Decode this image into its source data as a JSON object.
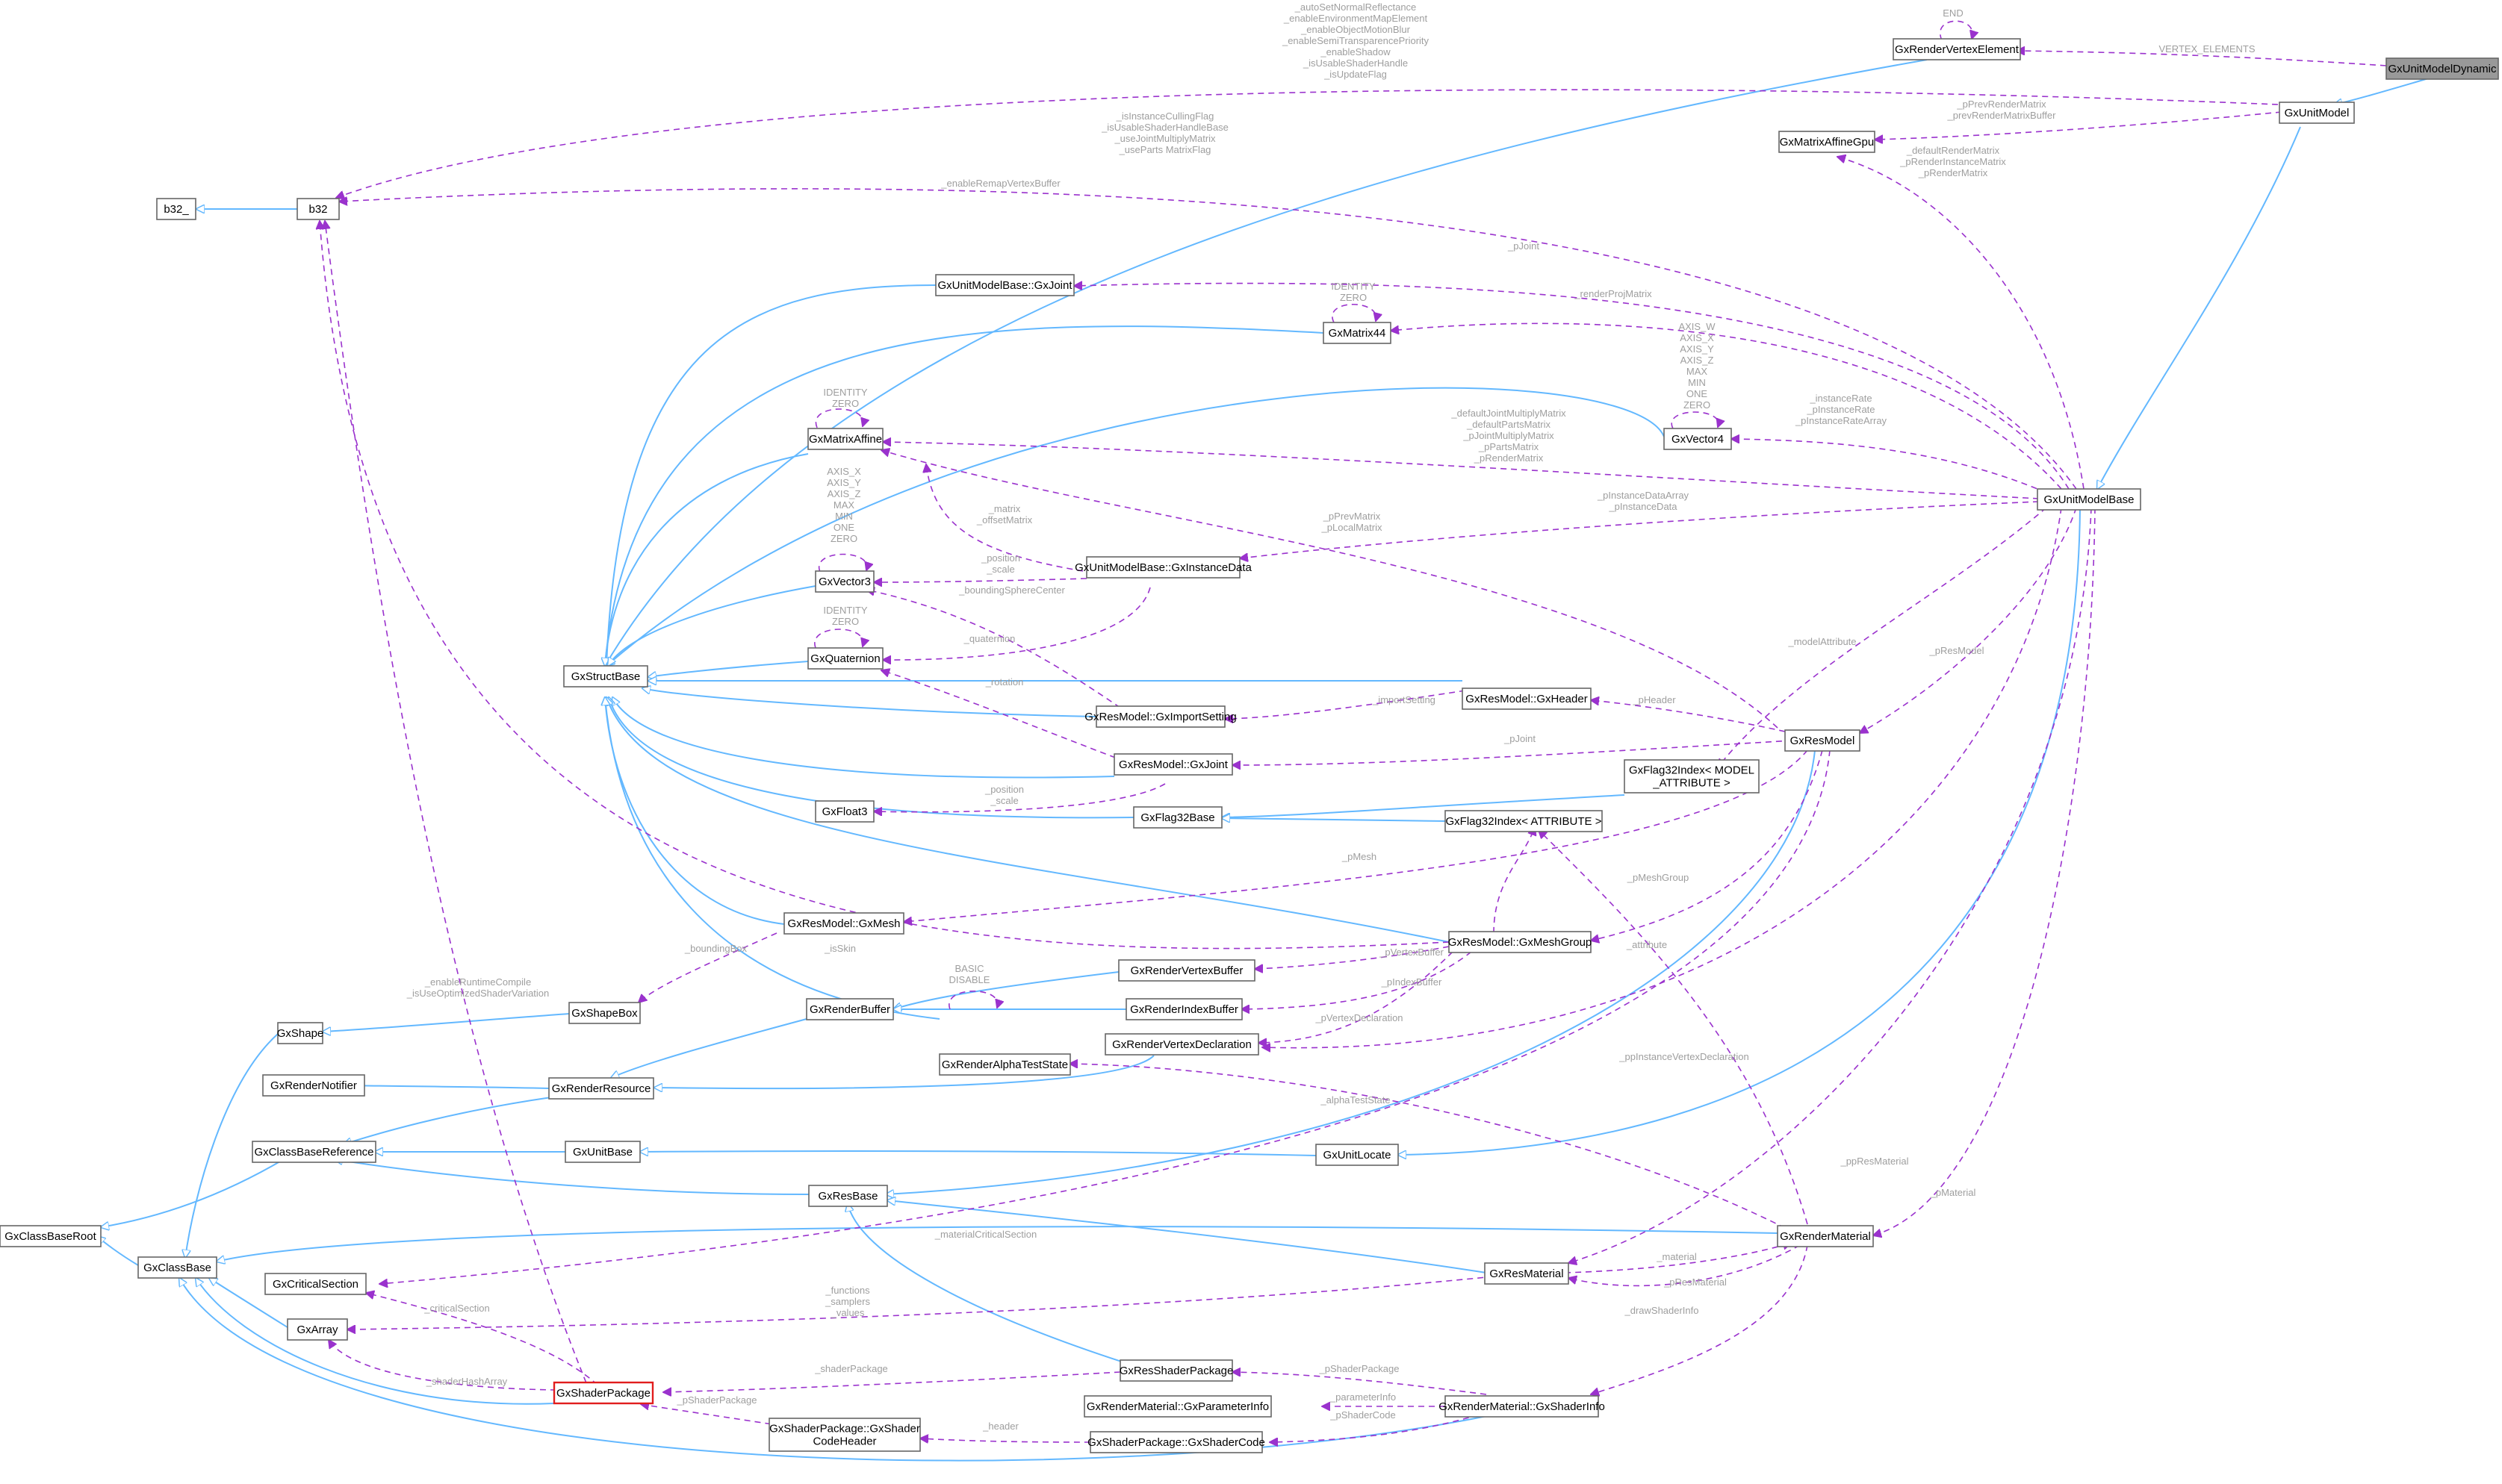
{
  "colors": {
    "inherit_edge": "#63b8ff",
    "use_edge": "#9a32cd",
    "edge_label": "#9e9e9e",
    "highlight_node": "#999999",
    "warning_node": "#e11d1d"
  },
  "nodes": [
    {
      "id": "n_gxunitmodeldynamic",
      "label": "GxUnitModelDynamic",
      "highlight": true
    },
    {
      "id": "n_gxrendervertexelement",
      "label": "GxRenderVertexElement"
    },
    {
      "id": "n_gxunitmodel",
      "label": "GxUnitModel"
    },
    {
      "id": "n_gxmatrixaffinegpu",
      "label": "GxMatrixAffineGpu"
    },
    {
      "id": "n_gxunitmodelbase",
      "label": "GxUnitModelBase"
    },
    {
      "id": "n_b32_",
      "label": "b32_"
    },
    {
      "id": "n_b32",
      "label": "b32"
    },
    {
      "id": "n_gxjoint",
      "label": "GxUnitModelBase::GxJoint"
    },
    {
      "id": "n_gxmatrix44",
      "label": "GxMatrix44"
    },
    {
      "id": "n_gxvector4",
      "label": "GxVector4"
    },
    {
      "id": "n_gxmatrixaffine",
      "label": "GxMatrixAffine"
    },
    {
      "id": "n_gxvector3",
      "label": "GxVector3"
    },
    {
      "id": "n_gxinstancedata",
      "label": "GxUnitModelBase::GxInstanceData"
    },
    {
      "id": "n_gxquaternion",
      "label": "GxQuaternion"
    },
    {
      "id": "n_gxstructbase",
      "label": "GxStructBase"
    },
    {
      "id": "n_gxresheader",
      "label": "GxResModel::GxHeader"
    },
    {
      "id": "n_gximportsetting",
      "label": "GxResModel::GxImportSetting"
    },
    {
      "id": "n_gxresmodel",
      "label": "GxResModel"
    },
    {
      "id": "n_gxresjoint",
      "label": "GxResModel::GxJoint"
    },
    {
      "id": "n_gxflag32model",
      "label": "GxFlag32Index< MODEL_ATTRIBUTE >",
      "lines": [
        "GxFlag32Index< MODEL",
        "_ATTRIBUTE >"
      ]
    },
    {
      "id": "n_gxfloat3",
      "label": "GxFloat3"
    },
    {
      "id": "n_gxflag32base",
      "label": "GxFlag32Base"
    },
    {
      "id": "n_gxflag32attr",
      "label": "GxFlag32Index< ATTRIBUTE >"
    },
    {
      "id": "n_gxresmesh",
      "label": "GxResModel::GxMesh"
    },
    {
      "id": "n_gxresmeshgroup",
      "label": "GxResModel::GxMeshGroup"
    },
    {
      "id": "n_gxrendervertexbuffer",
      "label": "GxRenderVertexBuffer"
    },
    {
      "id": "n_gxshape",
      "label": "GxShape"
    },
    {
      "id": "n_gxshapebox",
      "label": "GxShapeBox"
    },
    {
      "id": "n_gxrenderbuffer",
      "label": "GxRenderBuffer"
    },
    {
      "id": "n_gxrenderindexbuffer",
      "label": "GxRenderIndexBuffer"
    },
    {
      "id": "n_gxrendervertexdecl",
      "label": "GxRenderVertexDeclaration"
    },
    {
      "id": "n_gxrendernotifier",
      "label": "GxRenderNotifier"
    },
    {
      "id": "n_gxrenderresource",
      "label": "GxRenderResource"
    },
    {
      "id": "n_gxrenderalphatest",
      "label": "GxRenderAlphaTestState"
    },
    {
      "id": "n_gxclassbasereference",
      "label": "GxClassBaseReference"
    },
    {
      "id": "n_gxunitbase",
      "label": "GxUnitBase"
    },
    {
      "id": "n_gxunitlocate",
      "label": "GxUnitLocate"
    },
    {
      "id": "n_gxresbase",
      "label": "GxResBase"
    },
    {
      "id": "n_gxclassbaseroot",
      "label": "GxClassBaseRoot"
    },
    {
      "id": "n_gxclassbase",
      "label": "GxClassBase"
    },
    {
      "id": "n_gxrendermaterial",
      "label": "GxRenderMaterial"
    },
    {
      "id": "n_gxcriticalsection",
      "label": "GxCriticalSection"
    },
    {
      "id": "n_gxresmaterial",
      "label": "GxResMaterial"
    },
    {
      "id": "n_gxarray",
      "label": "GxArray"
    },
    {
      "id": "n_gxresshaderpackage",
      "label": "GxResShaderPackage"
    },
    {
      "id": "n_gxshaderpackage",
      "label": "GxShaderPackage",
      "warning": true
    },
    {
      "id": "n_gxparaminfo",
      "label": "GxRenderMaterial::GxParameterInfo"
    },
    {
      "id": "n_gxshaderinfo",
      "label": "GxRenderMaterial::GxShaderInfo"
    },
    {
      "id": "n_gxshadercodeheader",
      "label": "GxShaderPackage::GxShaderCodeHeader",
      "lines": [
        "GxShaderPackage::GxShader",
        "CodeHeader"
      ]
    },
    {
      "id": "n_gxshadercode",
      "label": "GxShaderPackage::GxShaderCode"
    }
  ],
  "edge_labels": [
    {
      "id": "el_autoset",
      "lines": [
        "_autoSetNormalReflectance",
        "_enableEnvironmentMapElement",
        "_enableObjectMotionBlur",
        "_enableSemiTransparencePriority",
        "_enableShadow",
        "_isUsableShaderHandle",
        "_isUpdateFlag"
      ]
    },
    {
      "id": "el_end",
      "lines": [
        "END"
      ]
    },
    {
      "id": "el_vertex_elements",
      "lines": [
        "VERTEX_ELEMENTS"
      ]
    },
    {
      "id": "el_prevrender",
      "lines": [
        "_pPrevRenderMatrix",
        "_prevRenderMatrixBuffer"
      ]
    },
    {
      "id": "el_isinstance",
      "lines": [
        "_isInstanceCullingFlag",
        "_isUsableShaderHandleBase",
        "_useJointMultiplyMatrix",
        "_useParts MatrixFlag"
      ]
    },
    {
      "id": "el_defaultrender",
      "lines": [
        "_defaultRenderMatrix",
        "_pRenderInstanceMatrix",
        "_pRenderMatrix"
      ]
    },
    {
      "id": "el_enableremap",
      "lines": [
        "_enableRemapVertexBuffer"
      ]
    },
    {
      "id": "el_pjoint",
      "lines": [
        "_pJoint"
      ]
    },
    {
      "id": "el_mat44_identity",
      "lines": [
        "IDENTITY",
        "ZERO"
      ]
    },
    {
      "id": "el_renderproj",
      "lines": [
        "_renderProjMatrix"
      ]
    },
    {
      "id": "el_axis4",
      "lines": [
        "AXIS_W",
        "AXIS_X",
        "AXIS_Y",
        "AXIS_Z",
        "MAX",
        "MIN",
        "ONE",
        "ZERO"
      ]
    },
    {
      "id": "el_affine_identity",
      "lines": [
        "IDENTITY",
        "ZERO"
      ]
    },
    {
      "id": "el_instancerate",
      "lines": [
        "_instanceRate",
        "_pInstanceRate",
        "_pInstanceRateArray"
      ]
    },
    {
      "id": "el_defaultjoint",
      "lines": [
        "_defaultJointMultiplyMatrix",
        "_defaultPartsMatrix",
        "_pJointMultiplyMatrix",
        "_pPartsMatrix",
        "_pRenderMatrix"
      ]
    },
    {
      "id": "el_pinstancedata",
      "lines": [
        "_pInstanceDataArray",
        "_pInstanceData"
      ]
    },
    {
      "id": "el_matrix_offset",
      "lines": [
        "_matrix",
        "_offsetMatrix"
      ]
    },
    {
      "id": "el_pprevmatrix",
      "lines": [
        "_pPrevMatrix",
        "_pLocalMatrix"
      ]
    },
    {
      "id": "el_axis3",
      "lines": [
        "AXIS_X",
        "AXIS_Y",
        "AXIS_Z",
        "MAX",
        "MIN",
        "ONE",
        "ZERO"
      ]
    },
    {
      "id": "el_position_scale",
      "lines": [
        "_position",
        "_scale"
      ]
    },
    {
      "id": "el_boundingsphere",
      "lines": [
        "_boundingSphereCenter"
      ]
    },
    {
      "id": "el_quat_identity",
      "lines": [
        "IDENTITY",
        "ZERO"
      ]
    },
    {
      "id": "el_quaternion",
      "lines": [
        "_quaternion"
      ]
    },
    {
      "id": "el_modelattribute",
      "lines": [
        "_modelAttribute"
      ]
    },
    {
      "id": "el_presmodel",
      "lines": [
        "_pResModel"
      ]
    },
    {
      "id": "el_importsetting",
      "lines": [
        "_importSetting"
      ]
    },
    {
      "id": "el_pheader",
      "lines": [
        "_pHeader"
      ]
    },
    {
      "id": "el_rotation",
      "lines": [
        "_rotation"
      ]
    },
    {
      "id": "el_pjoint2",
      "lines": [
        "_pJoint"
      ]
    },
    {
      "id": "el_position_scale2",
      "lines": [
        "_position",
        "_scale"
      ]
    },
    {
      "id": "el_pmesh",
      "lines": [
        "_pMesh"
      ]
    },
    {
      "id": "el_pmeshgroup",
      "lines": [
        "_pMeshGroup"
      ]
    },
    {
      "id": "el_pvertexbuffer",
      "lines": [
        "_pVertexBuffer"
      ]
    },
    {
      "id": "el_pindexbuffer",
      "lines": [
        "_pIndexBuffer"
      ]
    },
    {
      "id": "el_isskin",
      "lines": [
        "_isSkin"
      ]
    },
    {
      "id": "el_boundingbox",
      "lines": [
        "_boundingBox"
      ]
    },
    {
      "id": "el_attribute",
      "lines": [
        "_attribute"
      ]
    },
    {
      "id": "el_enableruntime",
      "lines": [
        "_enableRuntimeCompile",
        "_isUseOptimizedShaderVariation"
      ]
    },
    {
      "id": "el_alpha_basic",
      "lines": [
        "BASIC",
        "DISABLE"
      ]
    },
    {
      "id": "el_pvertexdecl",
      "lines": [
        "_pVertexDeclaration"
      ]
    },
    {
      "id": "el_ppinstancevertexdecl",
      "lines": [
        "_ppInstanceVertexDeclaration"
      ]
    },
    {
      "id": "el_alphateststate",
      "lines": [
        "_alphaTestState"
      ]
    },
    {
      "id": "el_ppresmaterial",
      "lines": [
        "_ppResMaterial"
      ]
    },
    {
      "id": "el_pmaterial",
      "lines": [
        "_pMaterial"
      ]
    },
    {
      "id": "el_materialcritical",
      "lines": [
        "_materialCriticalSection"
      ]
    },
    {
      "id": "el_material",
      "lines": [
        "_material"
      ]
    },
    {
      "id": "el_functions",
      "lines": [
        "_functions",
        "_samplers",
        "_values"
      ]
    },
    {
      "id": "el_criticalsection",
      "lines": [
        "_criticalSection"
      ]
    },
    {
      "id": "el_presmaterial",
      "lines": [
        "_pResMaterial"
      ]
    },
    {
      "id": "el_drawshaderinfo",
      "lines": [
        "_drawShaderInfo"
      ]
    },
    {
      "id": "el_shaderhasharray",
      "lines": [
        "_shaderHashArray"
      ]
    },
    {
      "id": "el_shaderpackage",
      "lines": [
        "_shaderPackage"
      ]
    },
    {
      "id": "el_pshaderpackage",
      "lines": [
        "_pShaderPackage"
      ]
    },
    {
      "id": "el_pshaderpackage2",
      "lines": [
        "_pShaderPackage"
      ]
    },
    {
      "id": "el_parameterinfo",
      "lines": [
        "_parameterInfo"
      ]
    },
    {
      "id": "el_header",
      "lines": [
        "_header"
      ]
    },
    {
      "id": "el_pshadercode",
      "lines": [
        "_pShaderCode"
      ]
    }
  ]
}
